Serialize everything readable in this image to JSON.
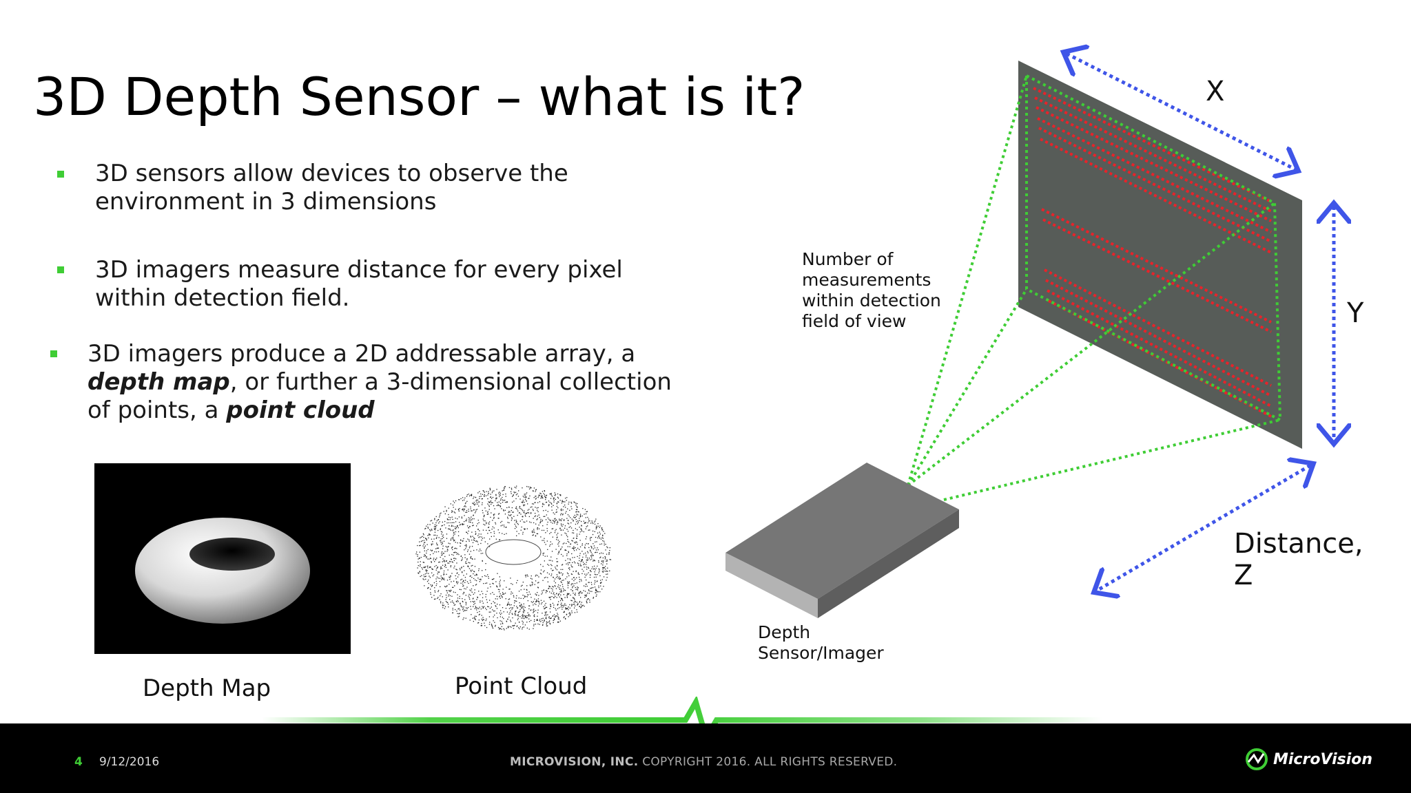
{
  "slide": {
    "title": "3D Depth Sensor – what is it?",
    "bullets": [
      {
        "lines": [
          "3D sensors allow devices to observe the",
          "environment in 3 dimensions"
        ]
      },
      {
        "lines": [
          "3D imagers measure distance for every pixel",
          "within detection field."
        ]
      },
      {
        "line1": "3D imagers produce a 2D addressable array, a",
        "line2_bold": "depth map",
        "line2_rest": ", or further a 3-dimensional collection",
        "line3_start": "of points, a ",
        "line3_bold": "point cloud"
      }
    ]
  },
  "images": {
    "depth_map_caption": "Depth Map",
    "point_cloud_caption": "Point Cloud"
  },
  "diagram": {
    "measurements_label": [
      "Number of",
      "measurements",
      "within detection",
      "field of view"
    ],
    "sensor_label": [
      "Depth",
      "Sensor/Imager"
    ],
    "axis_x": "X",
    "axis_y": "Y",
    "axis_z": [
      "Distance,",
      "Z"
    ],
    "colors": {
      "fov_lines": "#3fcd35",
      "scan_lines": "#e8232a",
      "arrows": "#3f55e8",
      "panel": "#575c58"
    }
  },
  "footer": {
    "page_number": "4",
    "date": "9/12/2016",
    "company": "MICROVISION, INC.",
    "copyright": " COPYRIGHT 2016. ALL RIGHTS RESERVED.",
    "logo_text": "MicroVision",
    "accent_color": "#3fcd35"
  }
}
